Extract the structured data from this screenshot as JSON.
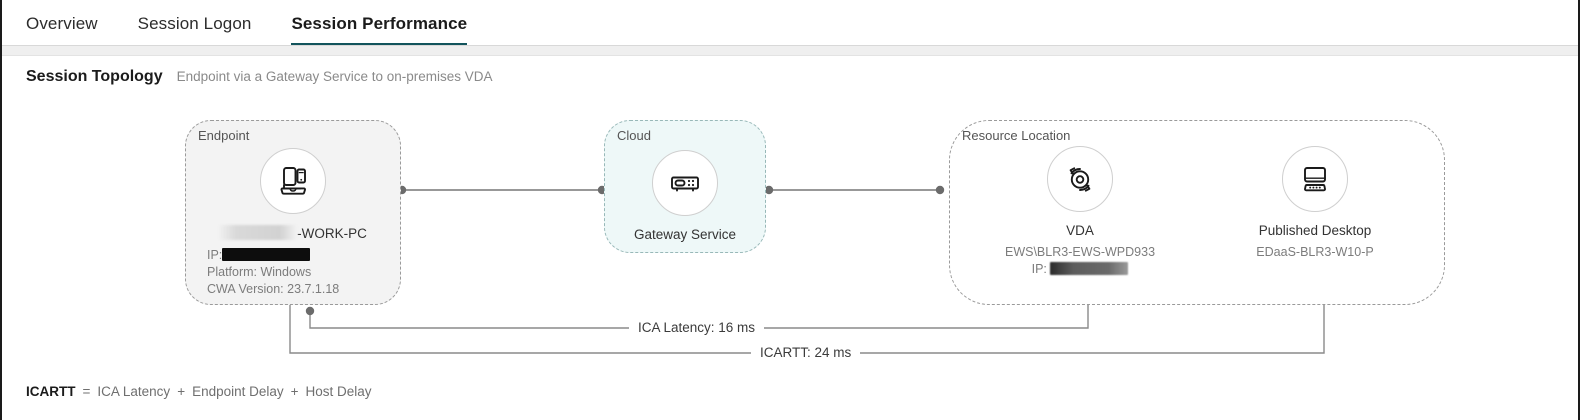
{
  "tabs": [
    {
      "label": "Overview",
      "active": false
    },
    {
      "label": "Session Logon",
      "active": false
    },
    {
      "label": "Session Performance",
      "active": true
    }
  ],
  "section": {
    "title": "Session Topology",
    "subtitle": "Endpoint via a Gateway Service to on-premises VDA"
  },
  "zones": {
    "endpoint": {
      "label": "Endpoint"
    },
    "cloud": {
      "label": "Cloud"
    },
    "resource": {
      "label": "Resource Location"
    }
  },
  "nodes": {
    "endpoint": {
      "icon": "devices-icon",
      "name_suffix": "-WORK-PC",
      "ip_label": "IP:",
      "platform": "Platform: Windows",
      "cwa_version": "CWA Version: 23.7.1.18"
    },
    "gateway": {
      "icon": "gateway-device-icon",
      "title": "Gateway Service"
    },
    "vda": {
      "icon": "vda-refresh-icon",
      "title": "VDA",
      "machine": "EWS\\BLR3-EWS-WPD933",
      "ip_label": "IP:"
    },
    "desktop": {
      "icon": "monitor-keyboard-icon",
      "title": "Published Desktop",
      "resource": "EDaaS-BLR3-W10-P"
    }
  },
  "metrics": {
    "ica_latency": "ICA Latency: 16 ms",
    "ica_rtt": "ICARTT: 24 ms"
  },
  "formula": {
    "term": "ICARTT",
    "equals": "=",
    "part1": "ICA Latency",
    "plus1": "+",
    "part2": "Endpoint Delay",
    "plus2": "+",
    "part3": "Host Delay"
  },
  "colors": {
    "accent": "#12545c",
    "cloud_bg": "#eef8f8",
    "endpoint_bg": "#f3f3f3",
    "dash_border": "#9a9a9a",
    "connector": "#777777"
  }
}
